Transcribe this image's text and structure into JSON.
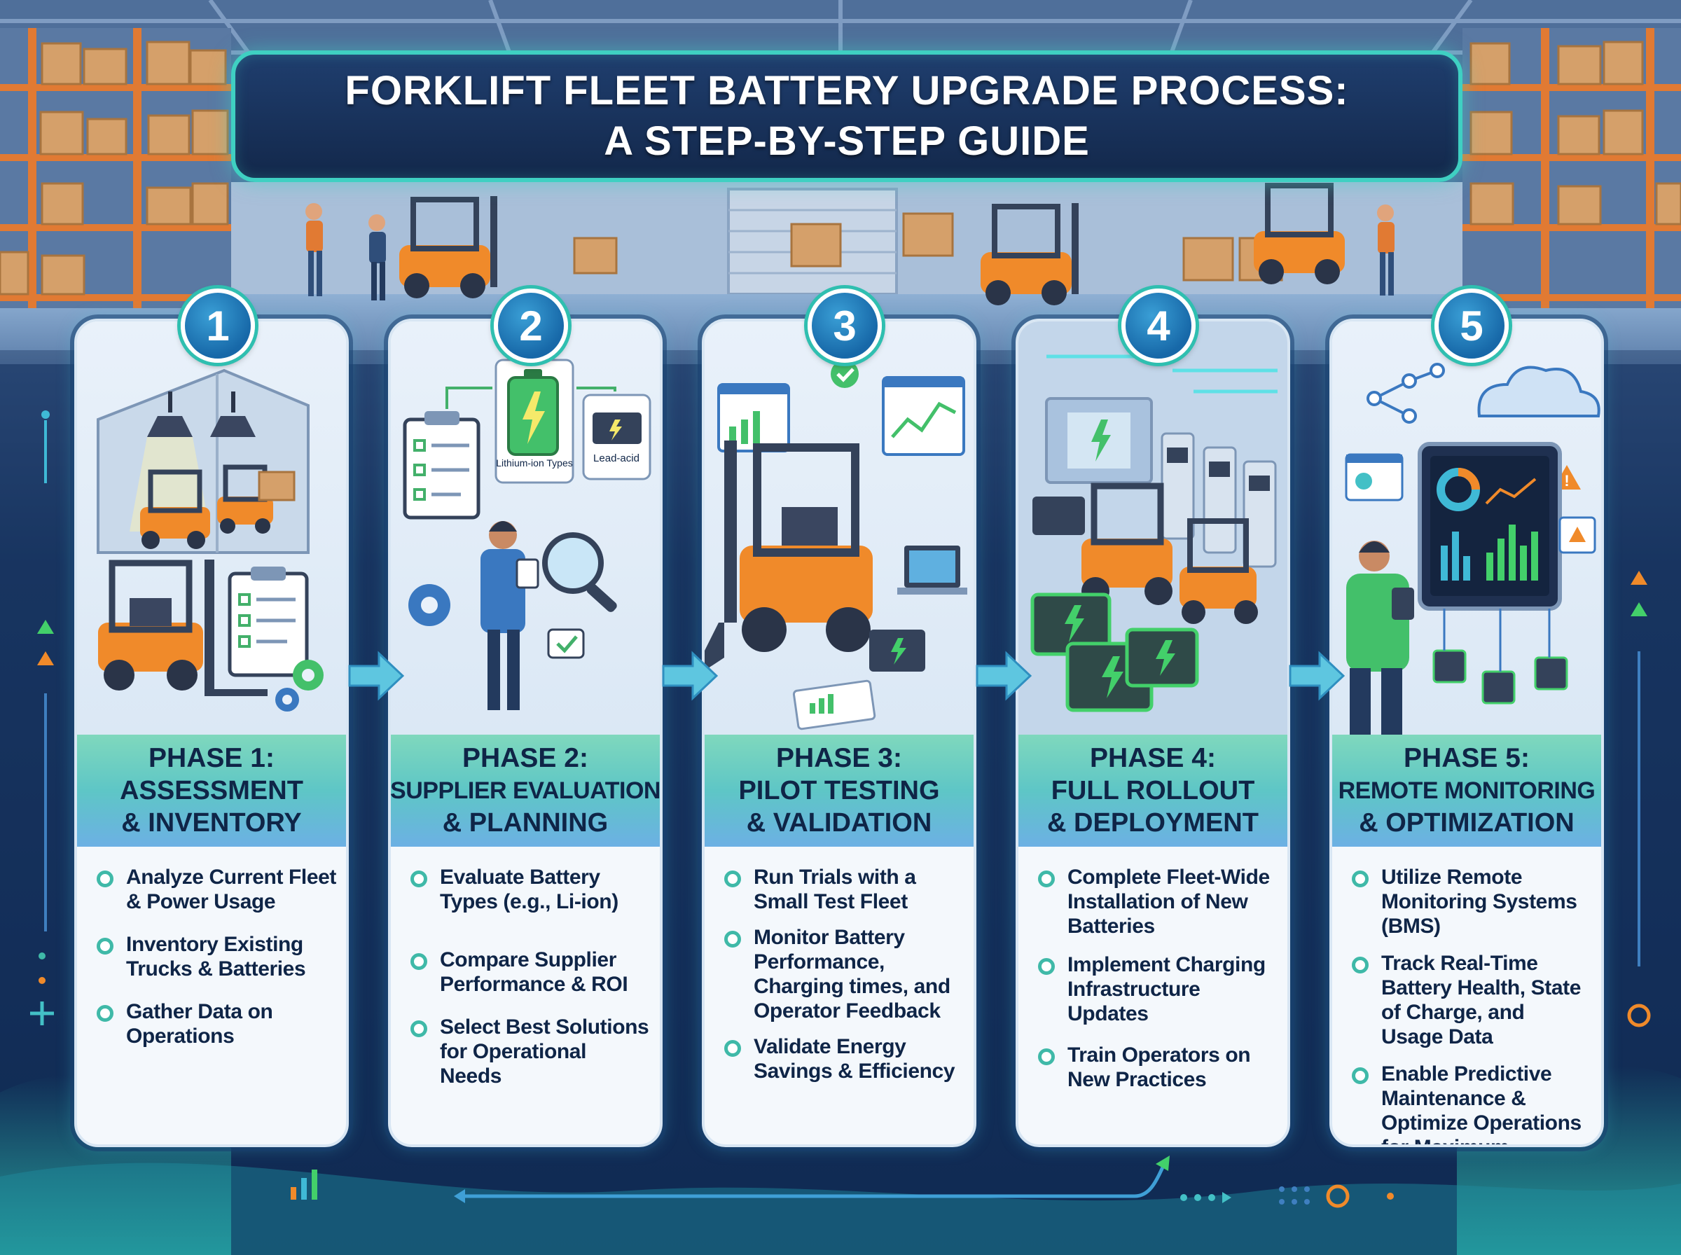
{
  "title": {
    "line1": "FORKLIFT FLEET BATTERY UPGRADE PROCESS:",
    "line2": "A STEP-BY-STEP GUIDE"
  },
  "colors": {
    "accent_teal": "#3fd0c2",
    "navy": "#0f2547",
    "forklift_orange": "#f08a2a",
    "battery_green": "#43d06a"
  },
  "phases": [
    {
      "number": "1",
      "label": "PHASE 1:",
      "title_line1": "ASSESSMENT",
      "title_line2": "& INVENTORY",
      "illustration": "warehouse-forklifts-clipboard",
      "bullets": [
        "Analyze Current Fleet & Power Usage",
        "Inventory Existing Trucks & Batteries",
        "Gather Data on Operations"
      ]
    },
    {
      "number": "2",
      "label": "PHASE 2:",
      "title_line1": "SUPPLIER EVALUATION",
      "title_line2": "& PLANNING",
      "illustration": "battery-comparison",
      "illustration_labels": [
        "Lithium-ion Types",
        "Lead-acid"
      ],
      "bullets": [
        "Evaluate Battery Types (e.g., Li-ion)",
        "Compare Supplier Performance & ROI",
        "Select Best Solutions for Operational Needs"
      ]
    },
    {
      "number": "3",
      "label": "PHASE 3:",
      "title_line1": "PILOT TESTING",
      "title_line2": "& VALIDATION",
      "illustration": "forklift-with-dashboards",
      "bullets": [
        "Run Trials with a Small Test Fleet",
        "Monitor Battery Performance, Charging times, and Operator Feedback",
        "Validate Energy Savings & Efficiency"
      ]
    },
    {
      "number": "4",
      "label": "PHASE 4:",
      "title_line1": "FULL ROLLOUT",
      "title_line2": "& DEPLOYMENT",
      "illustration": "charging-station-batteries",
      "bullets": [
        "Complete Fleet-Wide Installation of New Batteries",
        "Implement Charging Infrastructure Updates",
        "Train Operators on New Practices"
      ]
    },
    {
      "number": "5",
      "label": "PHASE 5:",
      "title_line1": "REMOTE MONITORING",
      "title_line2": "& OPTIMIZATION",
      "illustration": "remote-monitoring-dashboard",
      "bullets": [
        "Utilize Remote Monitoring Systems (BMS)",
        "Track Real-Time Battery Health, State of Charge, and Usage Data",
        "Enable Predictive Maintenance & Optimize Operations for Maximum Efficiency"
      ]
    }
  ]
}
